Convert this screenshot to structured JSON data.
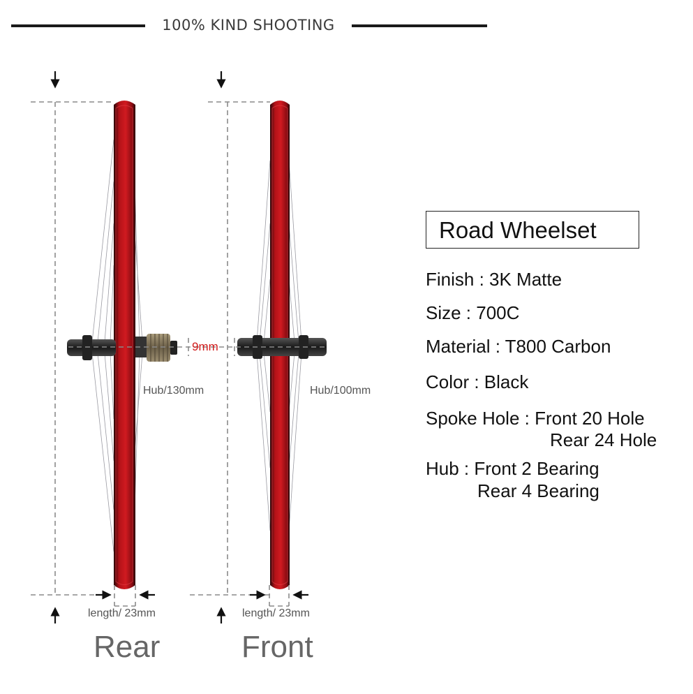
{
  "header": {
    "title": "100% KIND SHOOTING"
  },
  "specs": {
    "title": "Road Wheelset",
    "finish": "Finish : 3K Matte",
    "size": "Size :  700C",
    "material": "Material : T800 Carbon",
    "color": "Color : Black",
    "spoke_hole_1": "Spoke Hole : Front 20 Hole",
    "spoke_hole_2": "Rear 24 Hole",
    "hub_1": "Hub : Front 2 Bearing",
    "hub_2": "Rear 4 Bearing"
  },
  "diagram": {
    "rear": {
      "label": "Rear",
      "hub": "Hub/130mm",
      "rim": "length/ 23mm"
    },
    "front": {
      "label": "Front",
      "hub": "Hub/100mm",
      "rim": "length/ 23mm"
    },
    "gap": "9mm",
    "colors": {
      "rim": "#c0141c",
      "rim_dark": "#3a0a0e",
      "guide": "#8a8a8a",
      "gap_text": "#d11a1a"
    }
  }
}
